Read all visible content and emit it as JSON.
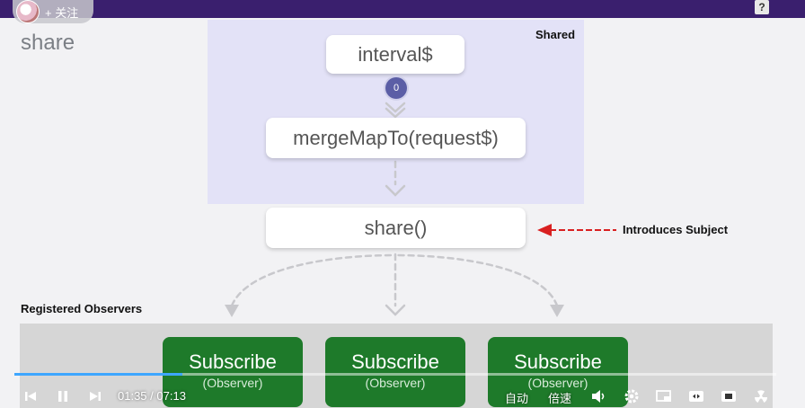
{
  "header": {
    "follow_label": "+ 关注",
    "help_label": "?"
  },
  "slide": {
    "title": "share",
    "shared_label": "Shared",
    "nodes": {
      "interval": "interval$",
      "badge": "0",
      "mergemap": "mergeMapTo(request$)",
      "share": "share()"
    },
    "annotation": "Introduces Subject",
    "registered_label": "Registered Observers",
    "subscribers": [
      {
        "title": "Subscribe",
        "subtitle": "(Observer)"
      },
      {
        "title": "Subscribe",
        "subtitle": "(Observer)"
      },
      {
        "title": "Subscribe",
        "subtitle": "(Observer)"
      }
    ]
  },
  "player": {
    "current_time": "01:35",
    "separator": "/",
    "total_time": "07:13",
    "progress": 0.22,
    "auto_label": "自动",
    "speed_label": "倍速",
    "accent_color": "#3ea6ff"
  },
  "colors": {
    "shared_bg": "#e3e2f7",
    "subscribe_green": "#1e7a2a",
    "arrow_red": "#d92020"
  }
}
